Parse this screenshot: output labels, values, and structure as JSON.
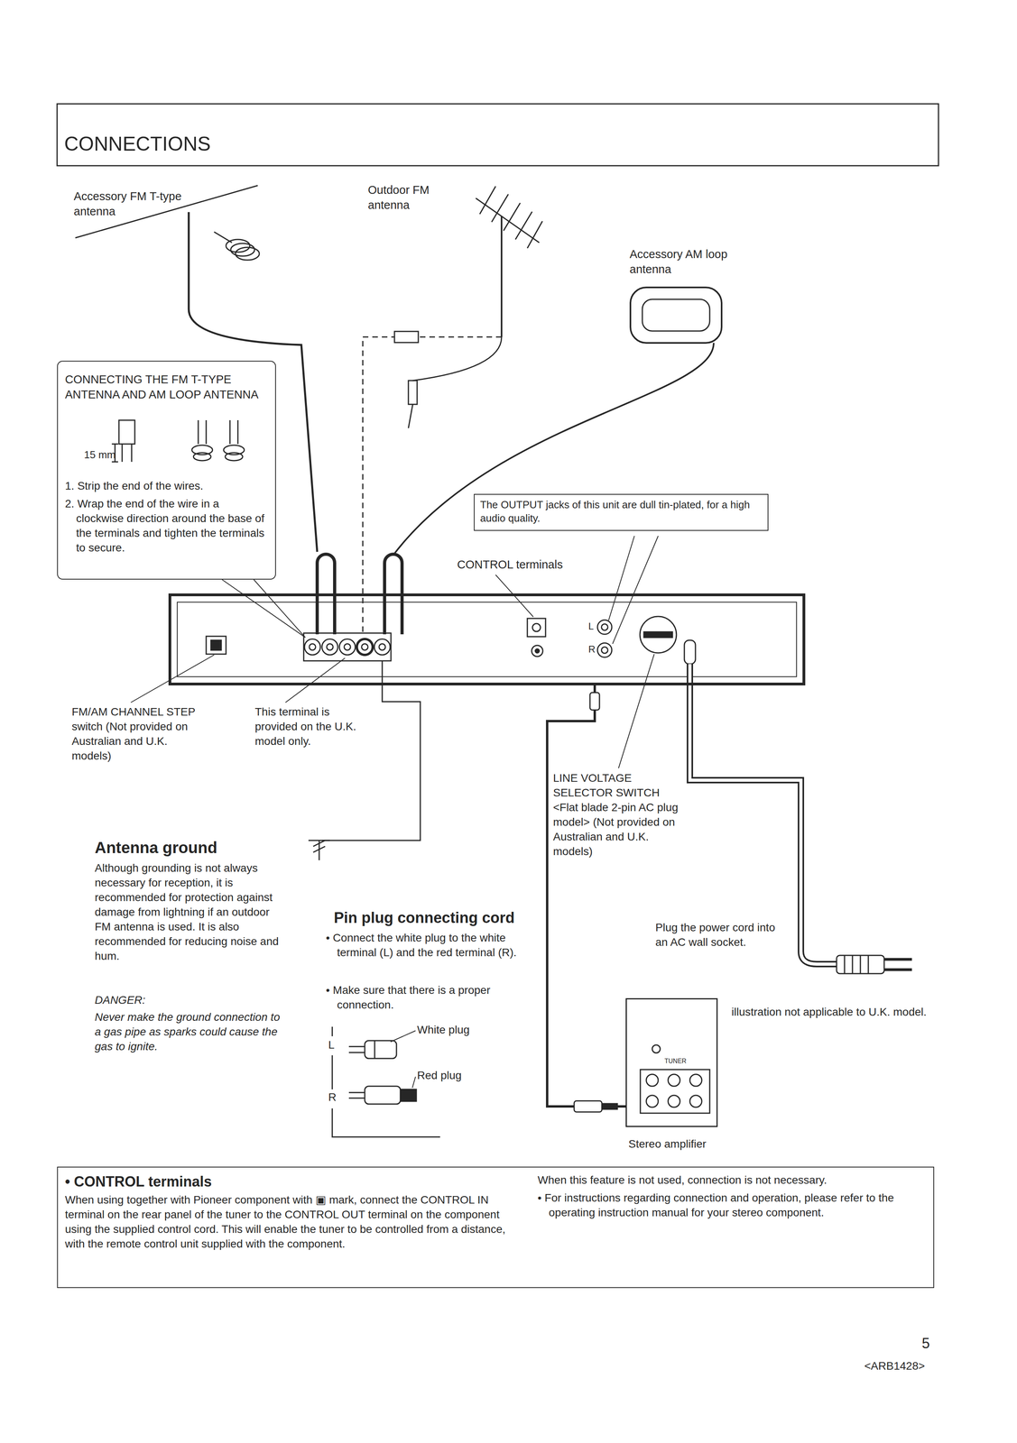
{
  "diagram": {
    "title": "CONNECTIONS",
    "nodes": [
      {
        "text": [
          "CONNECTING THE FM T-TYPE ANTENNA AND AM LOOP ANTENNA",
          "15 mm",
          "1. Strip the end of the wires.",
          "2. Wrap the end of the wire in a clockwise direction around the base of the terminals and tighten the terminals to secure."
        ]
      },
      {
        "text": [
          "The OUTPUT jacks of this unit are dull tin-plated, for a high audio quality."
        ]
      },
      {
        "text": [
          "L",
          "R"
        ]
      },
      {
        "text": [
          "TUNER"
        ]
      },
      {
        "text": [
          "• CONTROL terminals",
          "When using together with Pioneer component with ▣ mark, connect the CONTROL IN terminal on the rear panel of the tuner to the CONTROL OUT terminal on the component using the supplied control cord. This will enable the tuner to be controlled from a distance, with the remote control unit supplied with the component.",
          "When this feature is not used, connection is not necessary.",
          "• For instructions regarding connection and operation, please refer to the operating instruction manual for your stereo component."
        ]
      }
    ],
    "edges": [
      {
        "from": 2,
        "to": 3,
        "arrow": "none"
      }
    ],
    "labels": [
      "Accessory FM T-type antenna",
      "Outdoor FM antenna",
      "Accessory AM loop antenna",
      "CONTROL terminals",
      "FM/AM CHANNEL STEP switch (Not provided on Australian and U.K. models)",
      "This terminal is provided on the U.K. model only.",
      "LINE VOLTAGE SELECTOR SWITCH <Flat blade 2-pin AC plug model> (Not provided on Australian and U.K. models)",
      "Antenna ground",
      "Although grounding is not always necessary for reception, it is recommended for protection against damage from lightning if an outdoor FM antenna is used. It is also recommended for reducing noise and hum.",
      "DANGER:",
      "Never make the ground connection to a gas pipe as sparks could cause the gas to ignite.",
      "Pin plug connecting cord",
      "• Connect the white plug to the white terminal (L) and the red terminal (R).",
      "• Make sure that there is a proper connection.",
      "White plug",
      "Red plug",
      "L",
      "R",
      "Plug the power cord into an AC wall socket.",
      "illustration not applicable to U.K. model.",
      "Stereo amplifier",
      "5",
      "<ARB1428>"
    ]
  }
}
